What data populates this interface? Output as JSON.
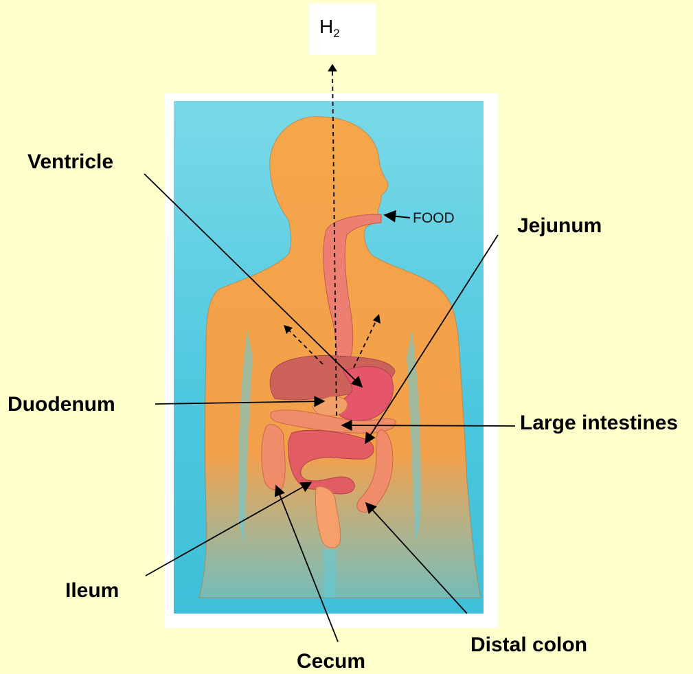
{
  "gas_label": {
    "base": "H",
    "subscript": "2"
  },
  "food_label": "FOOD",
  "labels": {
    "ventricle": "Ventricle",
    "jejunum": "Jejunum",
    "duodenum": "Duodenum",
    "large_intestines": "Large intestines",
    "ileum": "Ileum",
    "cecum": "Cecum",
    "distal_colon": "Distal colon"
  },
  "colors": {
    "background": "#ffffcc",
    "frame": "#ffffff",
    "backdrop": "#56cde0",
    "body": "#f4a449",
    "gut": "#e8706a",
    "colon": "#f08a6a"
  }
}
